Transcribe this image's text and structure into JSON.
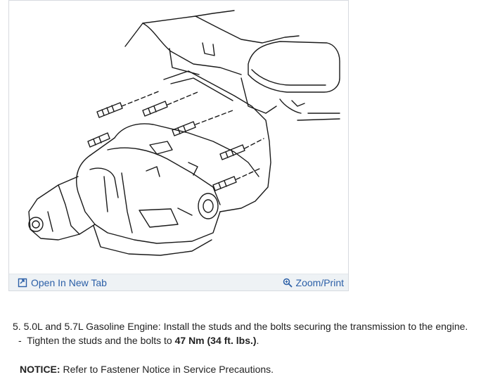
{
  "figure": {
    "open_label": "Open In New Tab",
    "zoom_label": "Zoom/Print",
    "open_icon": "open-new-tab-icon",
    "zoom_icon": "magnifier-icon",
    "link_color": "#2b5fa7"
  },
  "instructions": {
    "step_number": "5.",
    "step_text": "5.0L and 5.7L Gasoline Engine: Install the studs and the bolts securing the transmission to the engine.",
    "substep_dash": "-",
    "substep_text": "Tighten the studs and the bolts to",
    "torque_value": "47 Nm (34 ft. lbs.)",
    "torque_suffix": ".",
    "notice_label": "NOTICE:",
    "notice_text": "Refer to Fastener Notice in Service Precautions."
  }
}
